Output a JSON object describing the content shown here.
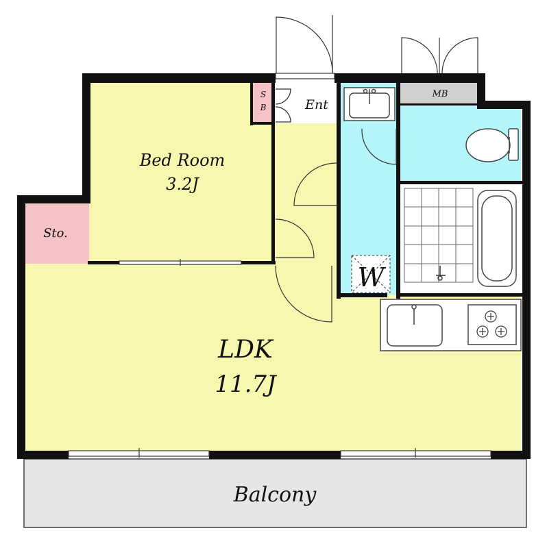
{
  "rooms": {
    "bedroom": {
      "name": "Bed Room",
      "size": "3.2J"
    },
    "ldk": {
      "name": "LDK",
      "size": "11.7J"
    },
    "storage": {
      "name": "Sto."
    },
    "shoe_box": {
      "line1": "S",
      "line2": "B"
    },
    "entrance": {
      "name": "Ent"
    },
    "meter_box": {
      "name": "MB"
    },
    "washer": {
      "name": "W"
    },
    "balcony": {
      "name": "Balcony"
    }
  },
  "colors": {
    "room_yellow": "#f7f7b0",
    "wet_area_cyan": "#b3f5f9",
    "storage_pink": "#f5c3c6",
    "balcony_gray": "#e6e6e6",
    "meter_box_gray": "#cfcfcf",
    "wall": "#111111"
  }
}
